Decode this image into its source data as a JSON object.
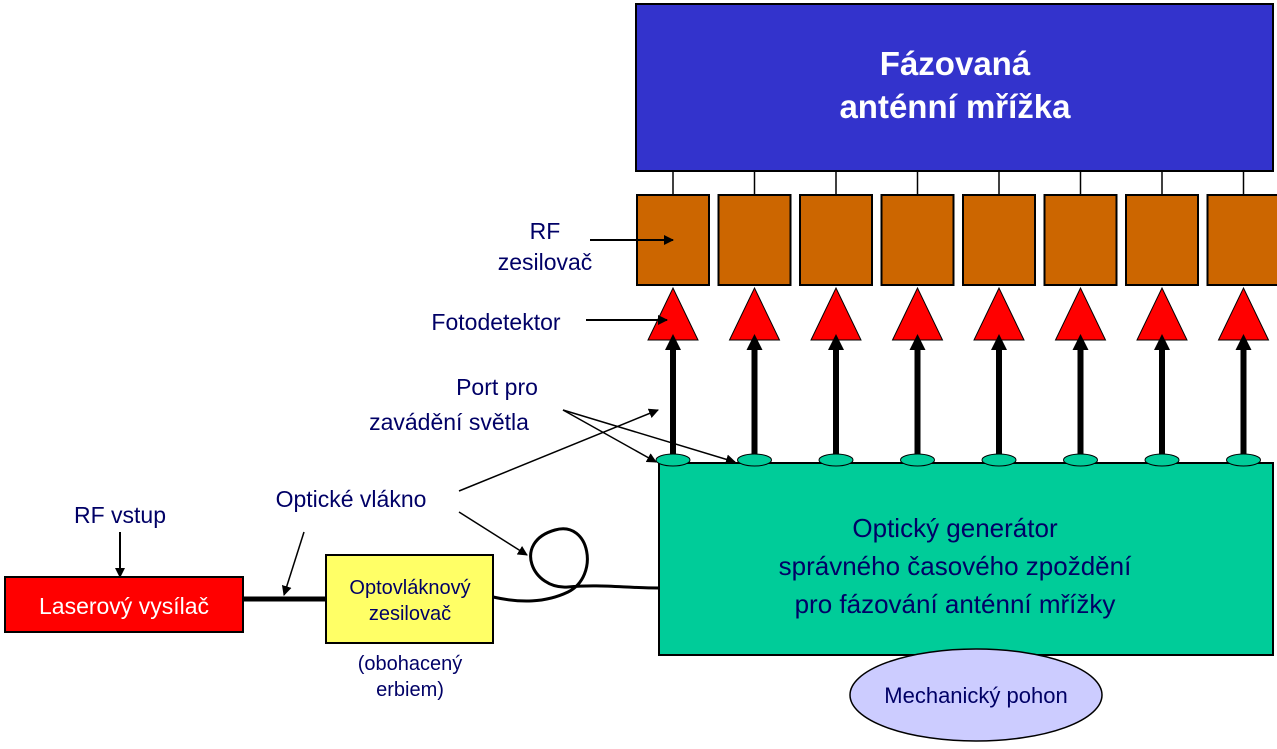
{
  "antenna": {
    "line1": "Fázovaná",
    "line2": "anténní mřížka"
  },
  "labels": {
    "rf_amp_1": "RF",
    "rf_amp_2": "zesilovač",
    "photodetector": "Fotodetektor",
    "port_1": "Port pro",
    "port_2": "zavádění světla",
    "fiber": "Optické vlákno",
    "rf_input": "RF vstup",
    "dopant_1": "(obohacený",
    "dopant_2": "erbiem)"
  },
  "boxes": {
    "laser": "Laserový vysílač",
    "edfa_1": "Optovláknový",
    "edfa_2": "zesilovač",
    "generator_1": "Optický generátor",
    "generator_2": "správného časového zpoždění",
    "generator_3": "pro fázování anténní mřížky",
    "drive": "Mechanický pohon"
  },
  "colors": {
    "antenna": "#3333cc",
    "rf_amplifier": "#cc6600",
    "photodetector": "#ff0000",
    "generator": "#00cc99",
    "port": "#00cc99",
    "laser": "#ff0000",
    "edfa": "#ffff66",
    "drive": "#ccccff",
    "label_text": "#000066"
  }
}
